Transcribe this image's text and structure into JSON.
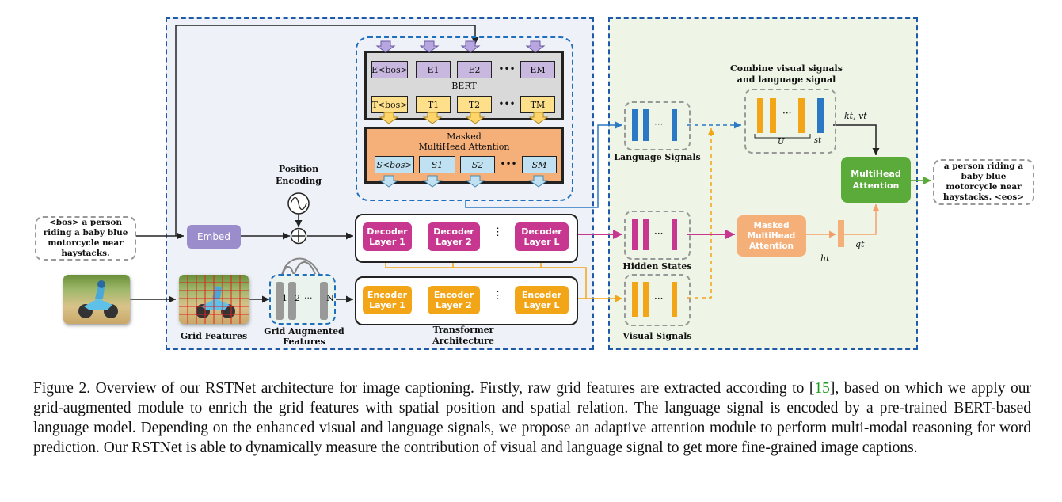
{
  "diagram": {
    "input_caption": "<bos> a person riding a baby blue motorcycle near haystacks.",
    "output_caption": "a person riding a baby blue motorcycle near haystacks. <eos>",
    "embed_label": "Embed",
    "position_encoding_label": "Position\nEncoding",
    "bert_label": "BERT",
    "masked_mha_label": "Masked\nMultiHead Attention",
    "e_tokens": [
      "E<bos>",
      "E1",
      "E2",
      "EM"
    ],
    "t_tokens": [
      "T<bos>",
      "T1",
      "T2",
      "TM"
    ],
    "s_tokens": [
      "S<bos>",
      "S1",
      "S2",
      "SM"
    ],
    "ellipsis": "•••",
    "decoder_layers": [
      "Decoder Layer 1",
      "Decoder Layer 2",
      "Decoder Layer L"
    ],
    "encoder_layers": [
      "Encoder Layer 1",
      "Encoder Layer 2",
      "Encoder Layer L"
    ],
    "grid_features_label": "Grid Features",
    "grid_augmented_label": "Grid Augmented\nFeatures",
    "grid_cells": [
      "1",
      "2",
      "···",
      "N"
    ],
    "transformer_label": "Transformer\nArchitecture",
    "language_signals_label": "Language Signals",
    "hidden_states_label": "Hidden States",
    "visual_signals_label": "Visual Signals",
    "combine_label": "Combine visual signals\nand language signal",
    "u_label": "U",
    "st_label": "st",
    "kv_label": "kt, vt",
    "masked_mha_right_label": "Masked\nMultiHead\nAttention",
    "multihead_label": "MultiHead\nAttention",
    "ht_label": "ht",
    "qt_label": "qt"
  },
  "figure_caption": {
    "prefix": "Figure 2. Overview of our RSTNet architecture for image captioning. Firstly, raw grid features are extracted according to [",
    "ref": "15",
    "suffix": "], based on which we apply our grid-augmented module to enrich the grid features with spatial position and spatial relation. The language signal is encoded by a pre-trained BERT-based language model. Depending on the enhanced visual and language signals, we propose an adaptive attention module to perform multi-modal reasoning for word prediction. Our RSTNet is able to dynamically measure the contribution of visual and language signal to get more fine-grained image captions."
  },
  "colors": {
    "decoder": "#c8378f",
    "encoder": "#f2a516",
    "language": "#2b78c4",
    "attention": "#f5b07a",
    "multihead": "#5aab3a",
    "embed": "#9b8ccc",
    "reference_link": "#1a9a1a"
  }
}
